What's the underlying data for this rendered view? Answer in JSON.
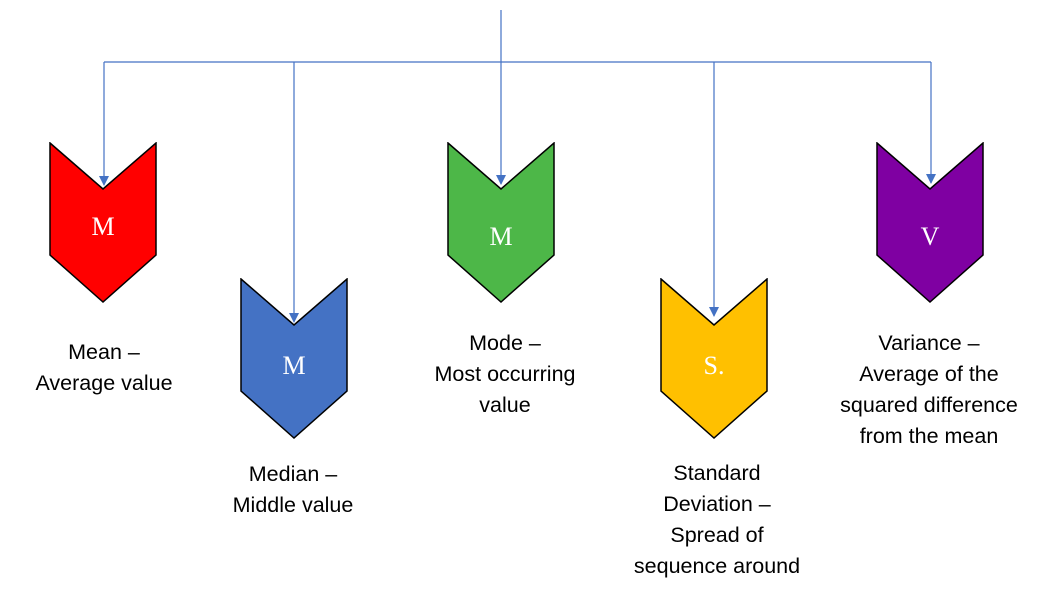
{
  "colors": {
    "connector": "#4472c4",
    "text_on_shape": "#ffffff",
    "caption_text": "#000000"
  },
  "items": [
    {
      "letter": "M",
      "color": "#ff0000",
      "caption": [
        "Mean –",
        "Average value"
      ]
    },
    {
      "letter": "M",
      "color": "#4472c4",
      "caption": [
        "Median –",
        "Middle value"
      ]
    },
    {
      "letter": "M",
      "color": "#4db748",
      "caption": [
        "Mode –",
        "Most occurring",
        "value"
      ]
    },
    {
      "letter": "S.",
      "color": "#ffc000",
      "caption": [
        "Standard",
        "Deviation –",
        "Spread of",
        "sequence around"
      ]
    },
    {
      "letter": "V",
      "color": "#7f00a2",
      "caption": [
        "Variance –",
        "Average of the",
        "squared difference",
        "from the mean"
      ]
    }
  ]
}
